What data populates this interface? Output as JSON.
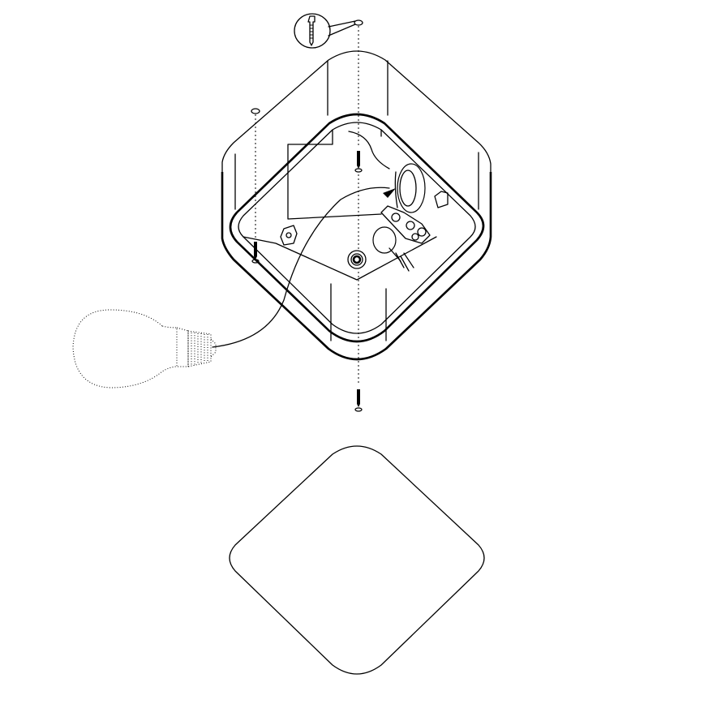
{
  "diagram": {
    "colors": {
      "line": "#000000",
      "background": "#ffffff"
    },
    "parts": [
      {
        "id": "ceiling-plug-callout",
        "icon": "wall-plug-icon"
      },
      {
        "id": "lamp-housing",
        "icon": "square-housing-icon"
      },
      {
        "id": "lamp-socket",
        "icon": "socket-icon"
      },
      {
        "id": "light-bulb",
        "icon": "bulb-icon"
      },
      {
        "id": "mounting-screws",
        "icon": "screw-icon"
      },
      {
        "id": "diffuser-cover",
        "icon": "rounded-square-icon"
      }
    ]
  }
}
